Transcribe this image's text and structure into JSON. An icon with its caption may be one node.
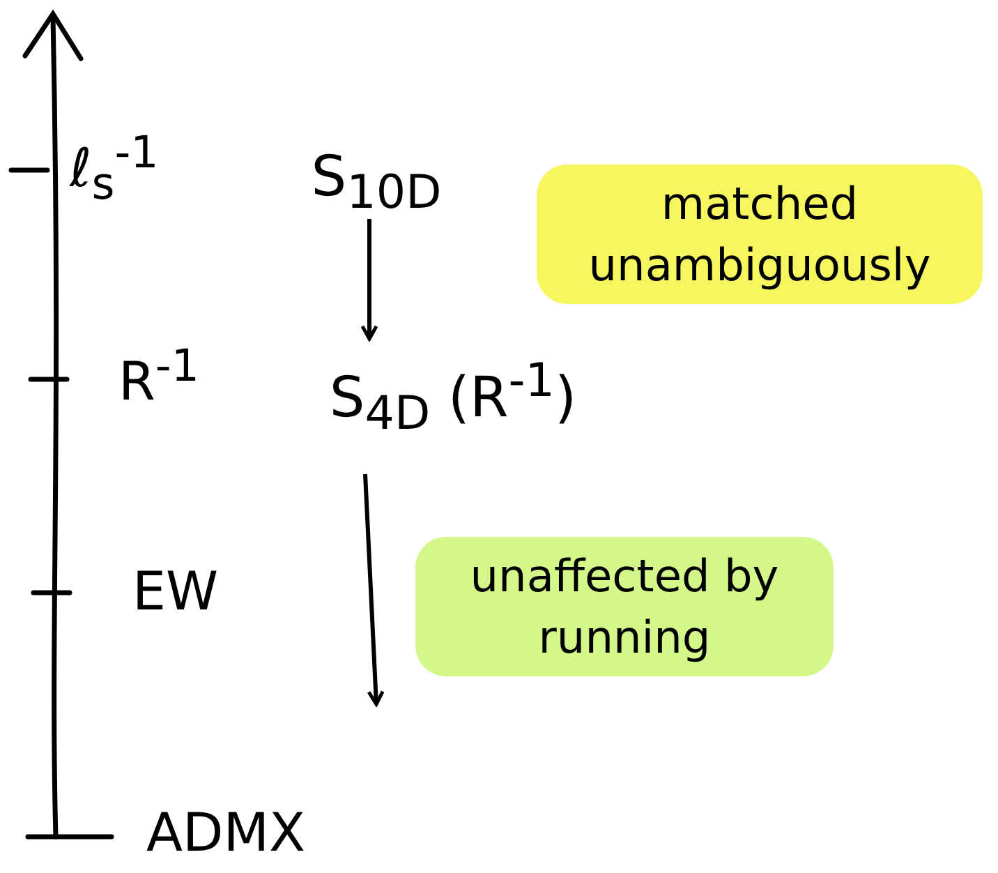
{
  "diagram": {
    "nodes": [
      {
        "text": [
          "S$_{10D}$"
        ]
      },
      {
        "text": [
          "S$_{4D}$ (R$^{-1}$)"
        ]
      }
    ],
    "edges": [
      {
        "from": 0,
        "to": 1,
        "arrow": "to"
      },
      {
        "from": 1,
        "to": null,
        "arrow": "to"
      }
    ],
    "labels": [
      "ℓ$_{s}$$^{-1}$",
      "R$^{-1}$",
      "EW",
      "ADMX",
      "matched unambiguously",
      "unaffected by running"
    ]
  }
}
